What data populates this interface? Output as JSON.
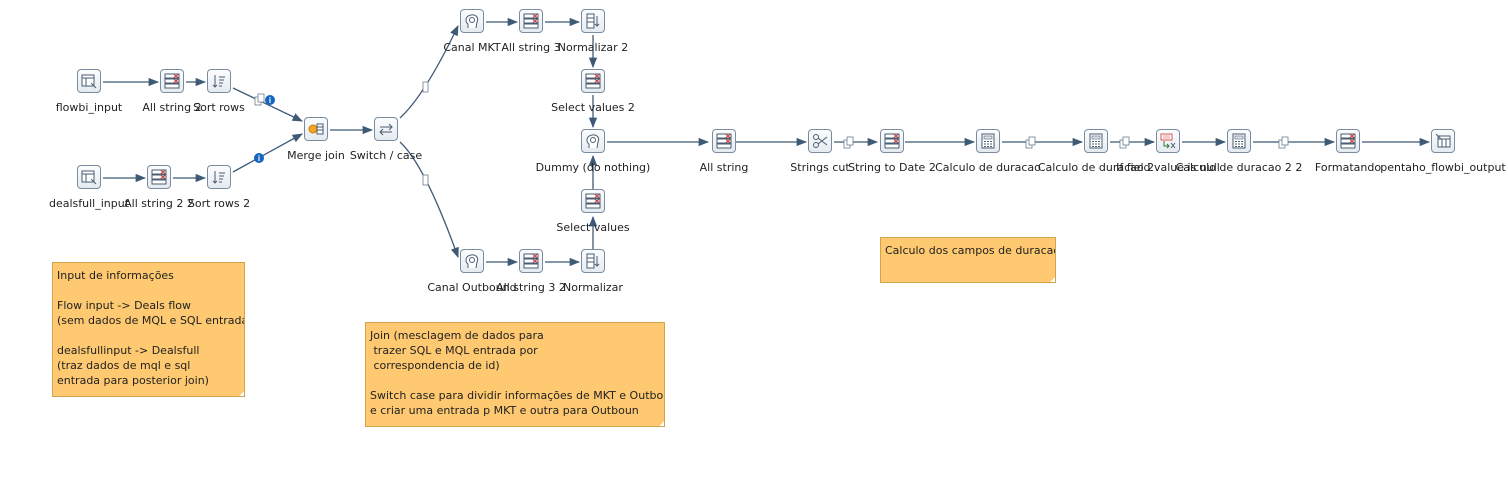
{
  "steps": {
    "flowbi_input": "flowbi_input",
    "all_string_2": "All string 2",
    "sort_rows": "Sort rows",
    "dealsfull_input": "dealsfull_input",
    "all_string_2_2": "All string 2 2",
    "sort_rows_2": "Sort rows 2",
    "merge_join": "Merge join",
    "switch_case": "Switch / case",
    "canal_mkt": "Canal MKT",
    "all_string_3": "All string 3",
    "normalizar_2": "Normalizar 2",
    "select_values_2": "Select values 2",
    "dummy": "Dummy (do nothing)",
    "select_values": "Select values",
    "canal_outbound": "Canal Outbound",
    "all_string_3_2": "All string 3 2",
    "normalizar": "Normalizar",
    "all_string": "All string",
    "strings_cut": "Strings cut",
    "string_to_date_2": "String to Date 2",
    "calculo_de_duracao": "Calculo de duracao",
    "calculo_de_duracao_2": "Calculo de duracao 2",
    "if_field_value_is_null": "If field value is null",
    "calculo_de_duracao_2_2": "Calculo de duracao 2 2",
    "formatando": "Formatando",
    "pentaho_flowbi_output": "pentaho_flowbi_output"
  },
  "notes": {
    "input": "Input de informações\n\nFlow input -> Deals flow\n(sem dados de MQL e SQL entrada)\n\ndealsfullinput -> Dealsfull\n(traz dados de mql e sql\nentrada para posterior join)",
    "join": "Join (mesclagem de dados para\n trazer SQL e MQL entrada por\n correspondencia de id)\n\nSwitch case para dividir informações de MKT e Outbound\ne criar uma entrada p MKT e outra para Outboun",
    "calculo": "Calculo dos campos de duracao"
  },
  "colors": {
    "hop": "#3e5a75",
    "note": "#fec970",
    "info": "#1565c0"
  }
}
